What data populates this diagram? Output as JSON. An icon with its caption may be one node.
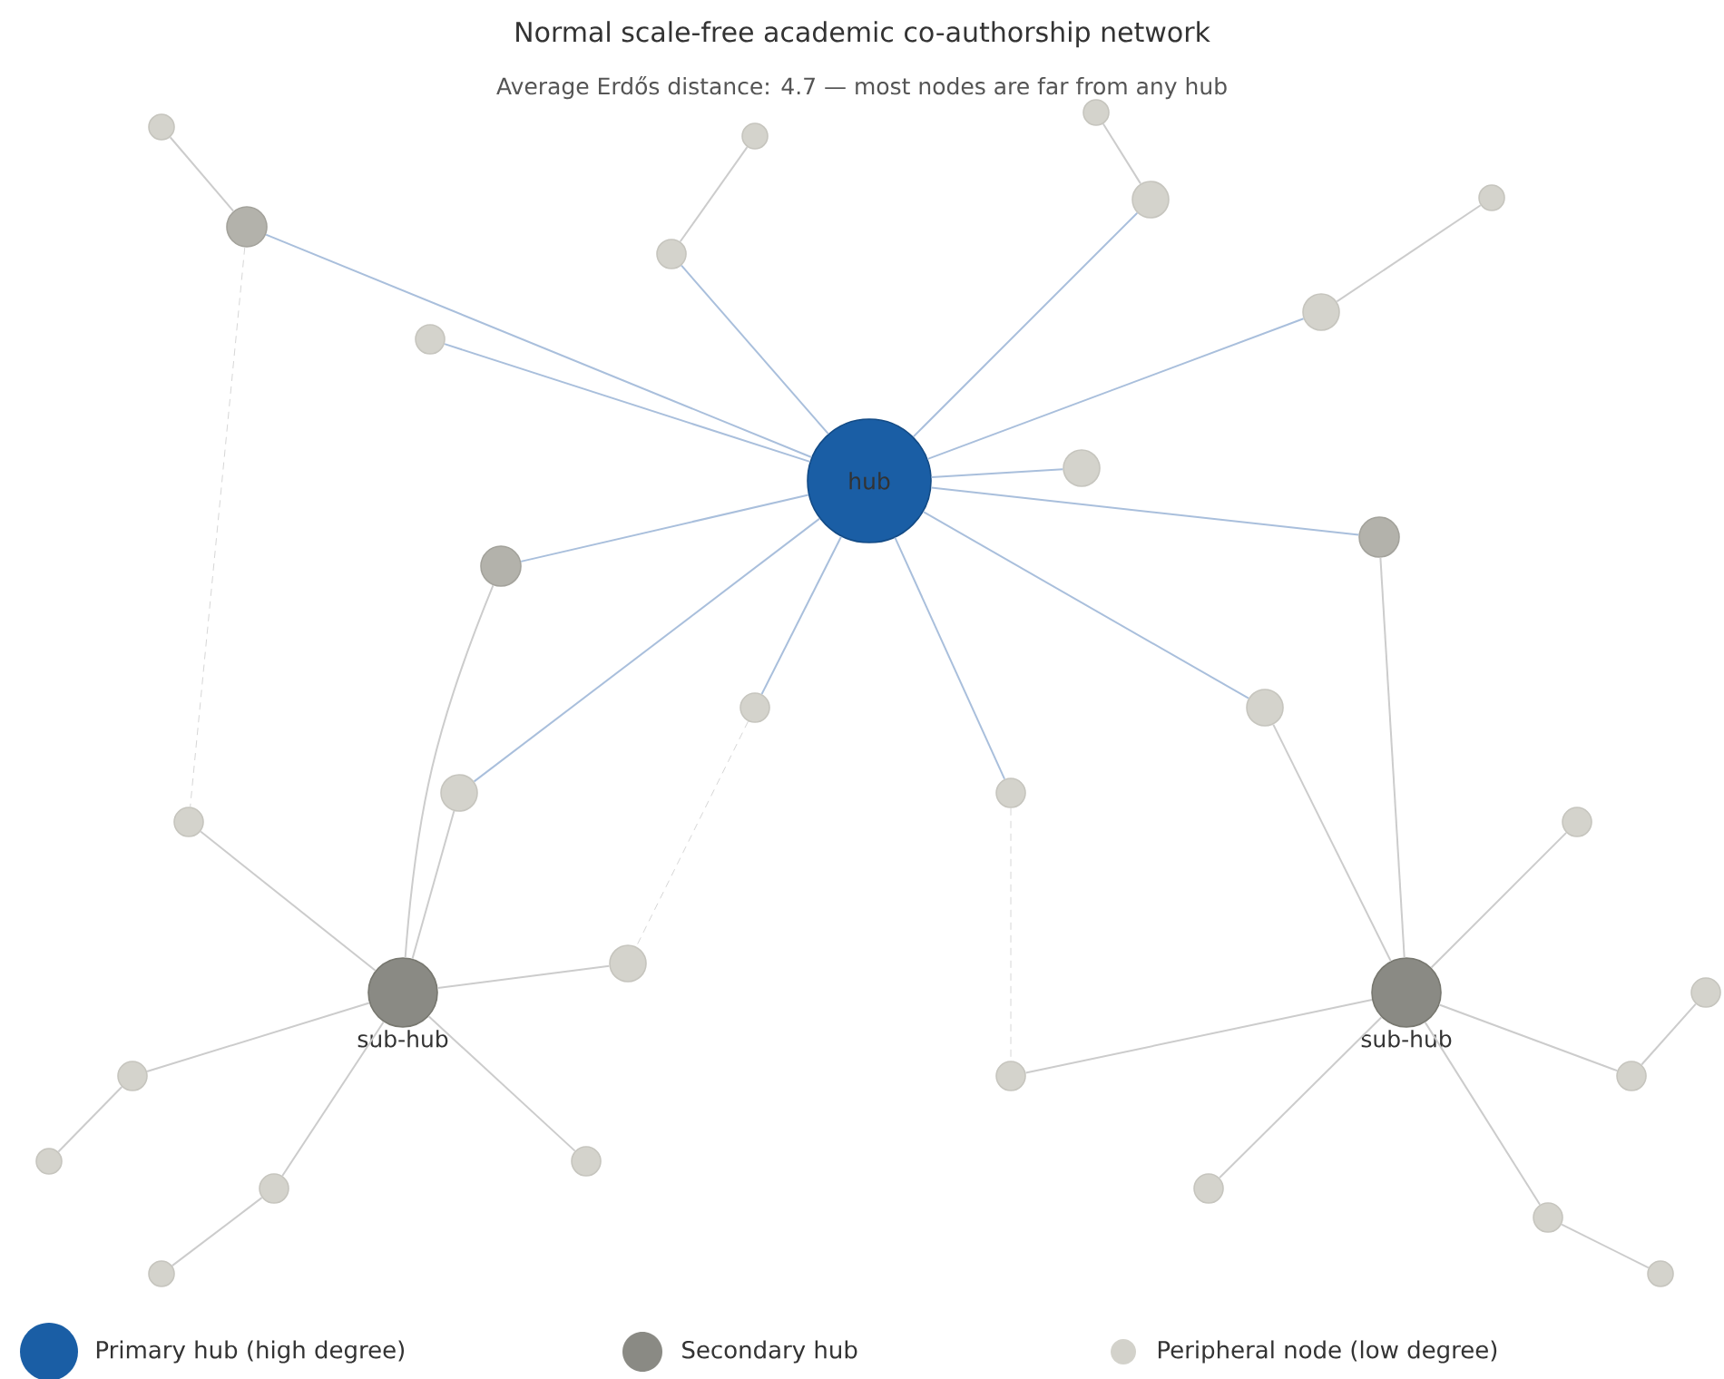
{
  "diagram": {
    "title": "Normal scale-free academic co-authorship network",
    "nodes": [
      {
        "text": [
          "hub"
        ]
      },
      {
        "text": [
          "sub-hub"
        ]
      },
      {
        "text": [
          "sub-hub"
        ]
      },
      {
        "text": [],
        "shape": "circle"
      },
      {
        "text": [],
        "shape": "circle"
      },
      {
        "text": [],
        "shape": "circle"
      },
      {
        "text": [],
        "shape": "circle"
      },
      {
        "text": [],
        "shape": "circle"
      },
      {
        "text": [],
        "shape": "circle"
      },
      {
        "text": [],
        "shape": "circle"
      },
      {
        "text": [],
        "shape": "circle"
      },
      {
        "text": [],
        "shape": "circle"
      },
      {
        "text": [],
        "shape": "circle"
      },
      {
        "text": [],
        "shape": "circle"
      },
      {
        "text": [],
        "shape": "circle"
      },
      {
        "text": [],
        "shape": "circle"
      },
      {
        "text": [],
        "shape": "circle"
      },
      {
        "text": [],
        "shape": "circle"
      },
      {
        "text": [],
        "shape": "circle"
      },
      {
        "text": [],
        "shape": "circle"
      },
      {
        "text": [],
        "shape": "circle"
      },
      {
        "text": [],
        "shape": "circle"
      },
      {
        "text": [],
        "shape": "circle"
      },
      {
        "text": [],
        "shape": "circle"
      },
      {
        "text": [],
        "shape": "circle"
      },
      {
        "text": [],
        "shape": "circle"
      },
      {
        "text": [],
        "shape": "circle"
      },
      {
        "text": [],
        "shape": "circle"
      },
      {
        "text": [],
        "shape": "circle"
      },
      {
        "text": [],
        "shape": "circle"
      },
      {
        "text": [],
        "shape": "circle"
      },
      {
        "text": [],
        "shape": "circle"
      },
      {
        "text": [],
        "shape": "circle"
      }
    ],
    "edges": [
      {
        "from": 0,
        "to": 3,
        "arrow": "none",
        "color": "#a9bfdc"
      },
      {
        "from": 0,
        "to": 13,
        "arrow": "none",
        "color": "#a9bfdc"
      },
      {
        "from": 0,
        "to": 8,
        "arrow": "none",
        "color": "#a9bfdc"
      },
      {
        "from": 0,
        "to": 10,
        "arrow": "none",
        "color": "#a9bfdc"
      },
      {
        "from": 0,
        "to": 12,
        "arrow": "none",
        "color": "#a9bfdc"
      },
      {
        "from": 0,
        "to": 14,
        "arrow": "none",
        "color": "#a9bfdc"
      },
      {
        "from": 0,
        "to": 5,
        "arrow": "none",
        "color": "#a9bfdc"
      },
      {
        "from": 0,
        "to": 4,
        "arrow": "none",
        "color": "#a9bfdc"
      },
      {
        "from": 0,
        "to": 16,
        "arrow": "none",
        "color": "#a9bfdc"
      },
      {
        "from": 0,
        "to": 15,
        "arrow": "none",
        "color": "#a9bfdc"
      },
      {
        "from": 0,
        "to": 18,
        "arrow": "none",
        "color": "#a9bfdc"
      },
      {
        "from": 0,
        "to": 17,
        "arrow": "none",
        "color": "#a9bfdc"
      },
      {
        "from": 6,
        "to": 3,
        "arrow": "none"
      },
      {
        "from": 7,
        "to": 8,
        "arrow": "none"
      },
      {
        "from": 9,
        "to": 10,
        "arrow": "none"
      },
      {
        "from": 11,
        "to": 12,
        "arrow": "none"
      },
      {
        "from": 3,
        "to": 19,
        "arrow": "none",
        "style": "dashed"
      },
      {
        "from": 4,
        "to": 1,
        "arrow": "none"
      },
      {
        "from": 16,
        "to": 1,
        "arrow": "none"
      },
      {
        "from": 15,
        "to": 20,
        "arrow": "none",
        "style": "dashed"
      },
      {
        "from": 18,
        "to": 24,
        "arrow": "none",
        "style": "dashed"
      },
      {
        "from": 19,
        "to": 1,
        "arrow": "none"
      },
      {
        "from": 20,
        "to": 1,
        "arrow": "none"
      },
      {
        "from": 23,
        "to": 1,
        "arrow": "none"
      },
      {
        "from": 28,
        "to": 1,
        "arrow": "none"
      },
      {
        "from": 27,
        "to": 1,
        "arrow": "none"
      },
      {
        "from": 26,
        "to": 23,
        "arrow": "none"
      },
      {
        "from": 31,
        "to": 28,
        "arrow": "none"
      },
      {
        "from": 5,
        "to": 2,
        "arrow": "none"
      },
      {
        "from": 17,
        "to": 2,
        "arrow": "none"
      },
      {
        "from": 21,
        "to": 2,
        "arrow": "none"
      },
      {
        "from": 24,
        "to": 2,
        "arrow": "none"
      },
      {
        "from": 25,
        "to": 2,
        "arrow": "none"
      },
      {
        "from": 29,
        "to": 2,
        "arrow": "none"
      },
      {
        "from": 30,
        "to": 2,
        "arrow": "none"
      },
      {
        "from": 22,
        "to": 25,
        "arrow": "none"
      },
      {
        "from": 32,
        "to": 30,
        "arrow": "none"
      }
    ],
    "labels": [
      "Average Erdős distance: 4.7 — most nodes are far from any hub"
    ],
    "legend": [
      {
        "text": "Primary hub (high degree)",
        "color": "#1a5ea5"
      },
      {
        "text": "Secondary hub",
        "color": "#8a8a84"
      },
      {
        "text": "Peripheral node (low degree)",
        "color": "#d3d2cb"
      }
    ]
  }
}
